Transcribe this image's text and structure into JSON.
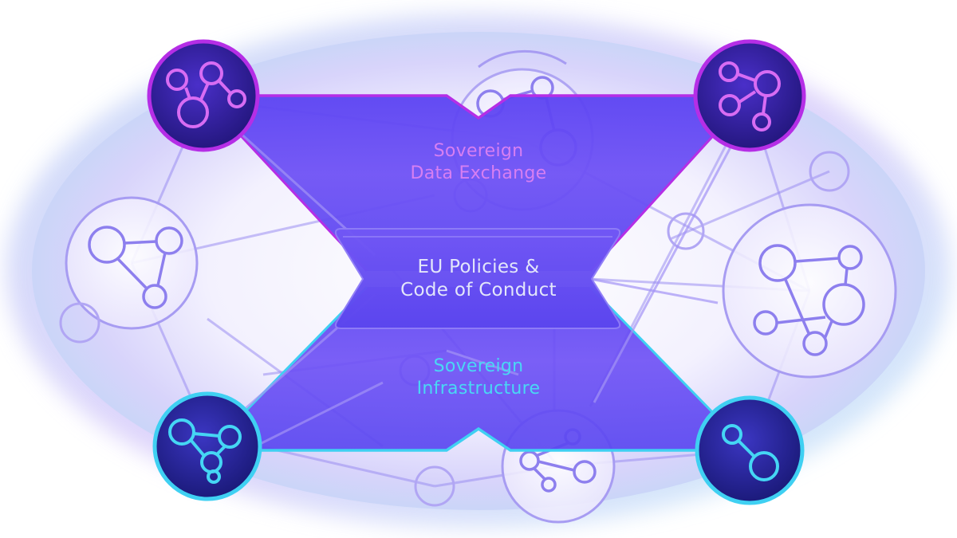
{
  "labels": {
    "top": [
      "Sovereign",
      "Data Exchange"
    ],
    "center": [
      "EU Policies &",
      "Code of Conduct"
    ],
    "bottom": [
      "Sovereign",
      "Infrastructure"
    ]
  },
  "colors": {
    "band": "#6a4cf5",
    "top_accent": "#b52ee6",
    "bottom_accent": "#3fd0f2",
    "node_dark": "#2a1f8c",
    "faint_line": "#9a8ef0",
    "glow_blue": "#bcd8f6",
    "glow_violet": "#d9ccfb"
  },
  "icons": {
    "corner_nodes": [
      "network-node-icon",
      "network-node-icon",
      "network-node-icon",
      "network-node-icon"
    ],
    "background_nodes": [
      "network-node-icon",
      "network-node-icon",
      "network-node-icon",
      "network-node-icon",
      "network-node-icon",
      "network-node-icon"
    ]
  }
}
